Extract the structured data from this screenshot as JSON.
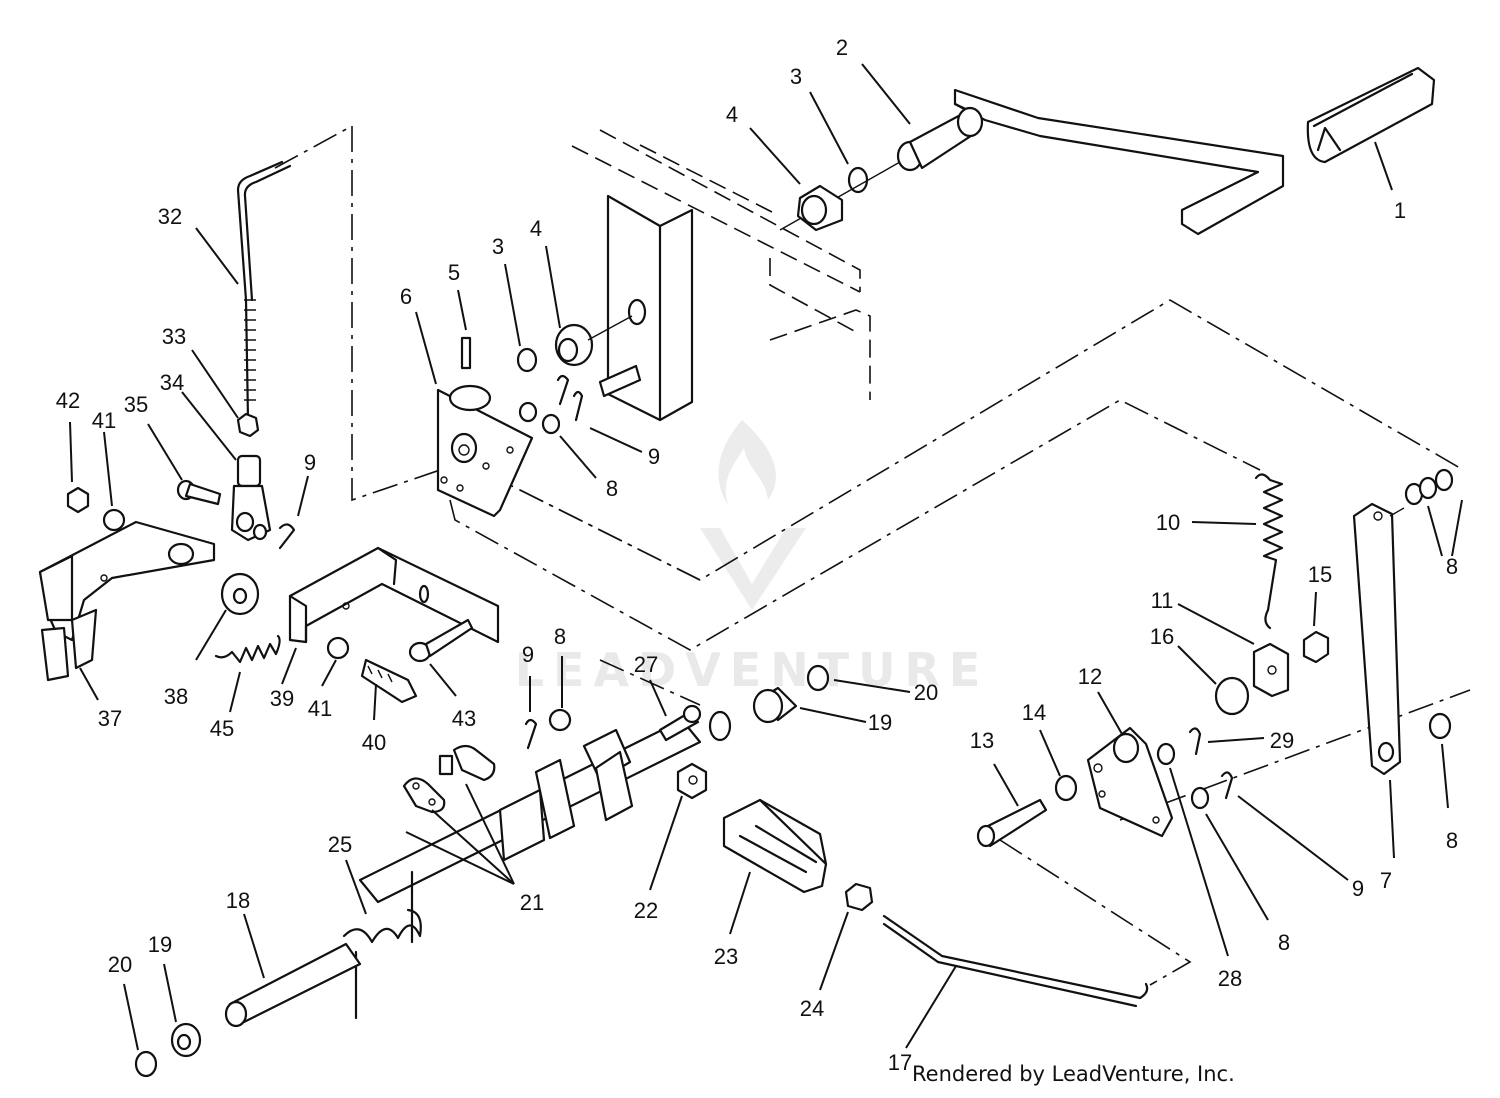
{
  "watermark": {
    "text": "LEADVENTURE"
  },
  "footer": {
    "rendered_by": "Rendered by LeadVenture, Inc."
  },
  "callouts": [
    {
      "id": "c-1",
      "text": "1"
    },
    {
      "id": "c-2",
      "text": "2"
    },
    {
      "id": "c-3a",
      "text": "3"
    },
    {
      "id": "c-4a",
      "text": "4"
    },
    {
      "id": "c-32",
      "text": "32"
    },
    {
      "id": "c-5",
      "text": "5"
    },
    {
      "id": "c-3b",
      "text": "3"
    },
    {
      "id": "c-4b",
      "text": "4"
    },
    {
      "id": "c-6",
      "text": "6"
    },
    {
      "id": "c-33",
      "text": "33"
    },
    {
      "id": "c-34",
      "text": "34"
    },
    {
      "id": "c-42",
      "text": "42"
    },
    {
      "id": "c-41a",
      "text": "41"
    },
    {
      "id": "c-35",
      "text": "35"
    },
    {
      "id": "c-9a",
      "text": "9"
    },
    {
      "id": "c-9b",
      "text": "9"
    },
    {
      "id": "c-8a",
      "text": "8"
    },
    {
      "id": "c-10",
      "text": "10"
    },
    {
      "id": "c-8b",
      "text": "8"
    },
    {
      "id": "c-15",
      "text": "15"
    },
    {
      "id": "c-11",
      "text": "11"
    },
    {
      "id": "c-16",
      "text": "16"
    },
    {
      "id": "c-12",
      "text": "12"
    },
    {
      "id": "c-38",
      "text": "38"
    },
    {
      "id": "c-45",
      "text": "45"
    },
    {
      "id": "c-39",
      "text": "39"
    },
    {
      "id": "c-41b",
      "text": "41"
    },
    {
      "id": "c-40",
      "text": "40"
    },
    {
      "id": "c-43",
      "text": "43"
    },
    {
      "id": "c-37",
      "text": "37"
    },
    {
      "id": "c-9c",
      "text": "9"
    },
    {
      "id": "c-8c",
      "text": "8"
    },
    {
      "id": "c-27",
      "text": "27"
    },
    {
      "id": "c-20a",
      "text": "20"
    },
    {
      "id": "c-19a",
      "text": "19"
    },
    {
      "id": "c-14",
      "text": "14"
    },
    {
      "id": "c-13",
      "text": "13"
    },
    {
      "id": "c-29",
      "text": "29"
    },
    {
      "id": "c-8d",
      "text": "8"
    },
    {
      "id": "c-9d",
      "text": "9"
    },
    {
      "id": "c-7",
      "text": "7"
    },
    {
      "id": "c-8e",
      "text": "8"
    },
    {
      "id": "c-28",
      "text": "28"
    },
    {
      "id": "c-25",
      "text": "25"
    },
    {
      "id": "c-21",
      "text": "21"
    },
    {
      "id": "c-22",
      "text": "22"
    },
    {
      "id": "c-23",
      "text": "23"
    },
    {
      "id": "c-18",
      "text": "18"
    },
    {
      "id": "c-19b",
      "text": "19"
    },
    {
      "id": "c-20b",
      "text": "20"
    },
    {
      "id": "c-24",
      "text": "24"
    },
    {
      "id": "c-17",
      "text": "17"
    }
  ]
}
